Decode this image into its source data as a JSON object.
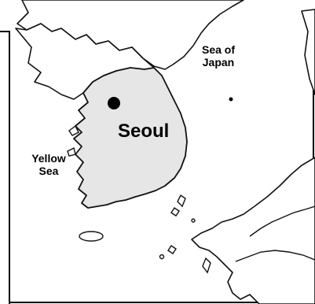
{
  "labels": {
    "sea_of_japan_line1": "Sea of",
    "sea_of_japan_line2": "Japan",
    "city": "Seoul",
    "yellow_sea_line1": "Yellow",
    "yellow_sea_line2": "Sea"
  },
  "markers": {
    "city_marker_icon": "filled-circle-icon"
  },
  "colors": {
    "south_korea_fill": "#e6e6e6",
    "outline": "#111111",
    "background": "#ffffff"
  }
}
